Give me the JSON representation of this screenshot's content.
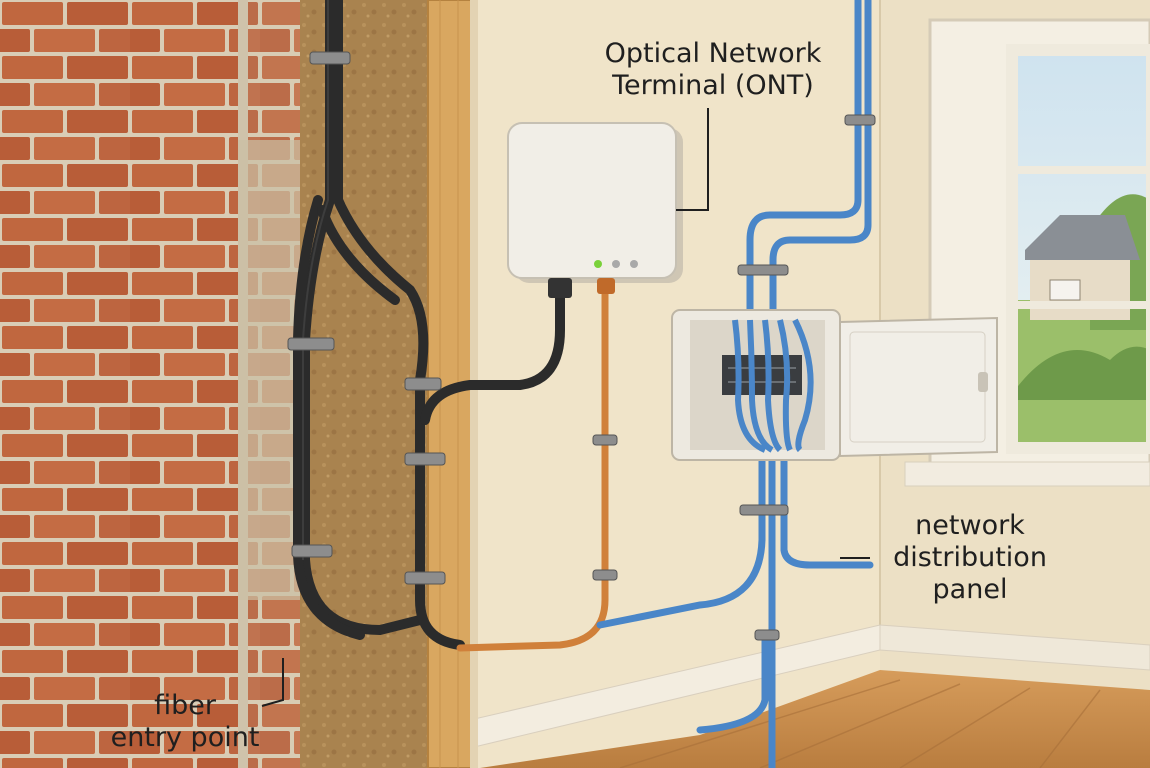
{
  "labels": {
    "ont": {
      "line1": "Optical Network",
      "line2": "Terminal (ONT)"
    },
    "panel": {
      "line1": "network",
      "line2": "distribution",
      "line3": "panel"
    },
    "fiber": {
      "line1": "fiber",
      "line2": "entry point"
    }
  },
  "colors": {
    "brick": "#b9603a",
    "wall": "#efe2c6",
    "wood_floor": "#c99050",
    "fiber_cable": "#2b2b2b",
    "orange_cable": "#d0803a",
    "ethernet_cable": "#4a86c8",
    "led": "#7ad13a"
  }
}
